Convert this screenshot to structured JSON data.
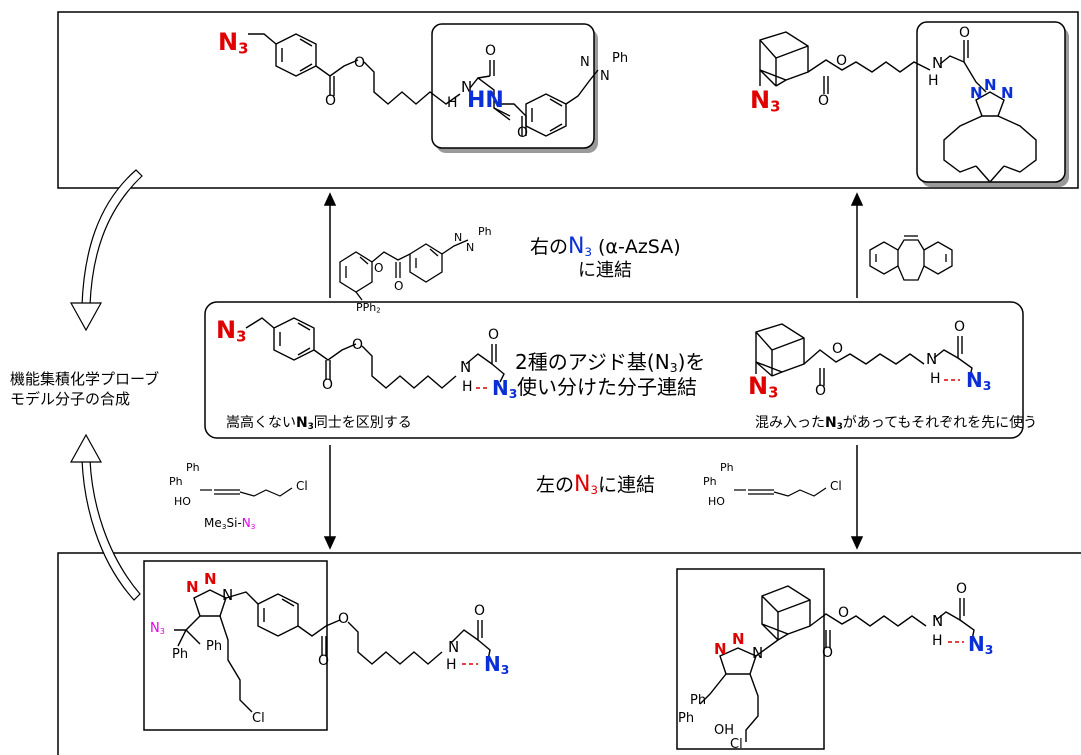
{
  "center": {
    "title_line1": "2種のアジド基(N",
    "title_sub": "3",
    "title_line1_end": ")を",
    "title_line2": "使い分けた分子連結",
    "left_caption_pre": "嵩高くない",
    "left_caption_post": "同士を区別する",
    "right_caption_pre": "混み入った",
    "right_caption_post": "があってもそれぞれを先に使う"
  },
  "arrows": {
    "upper_label_pre": "右の",
    "upper_label_post": " (α-AzSA)",
    "upper_label_line2": "に連結",
    "lower_label_pre": "左の",
    "lower_label_post": "に連結"
  },
  "side": {
    "line1": "機能集積化学プローブ",
    "line2": "モデル分子の合成"
  },
  "labels": {
    "N": "N",
    "three": "3",
    "H": "H",
    "HN": "HN",
    "O": "O",
    "Ph": "Ph",
    "Cl": "Cl",
    "HO": "HO",
    "OH": "OH",
    "PPh": "PPh",
    "two": "2",
    "Me": "Me",
    "Si": "Si-"
  },
  "colors": {
    "red": "#e00000",
    "blue": "#0a2fd6",
    "magenta": "#e000e0"
  }
}
